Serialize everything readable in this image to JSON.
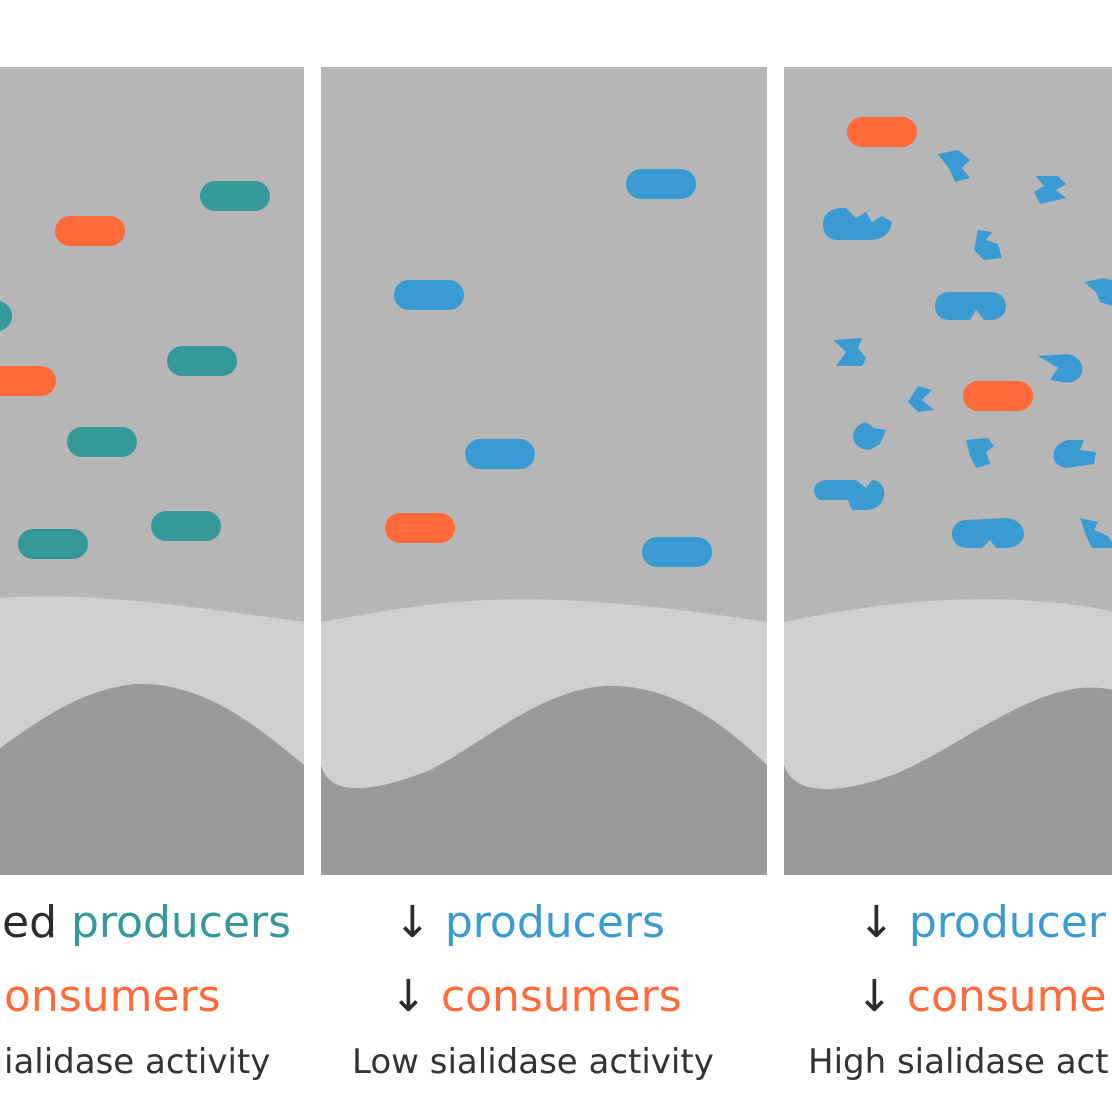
{
  "colors": {
    "producer_teal": "#35999a",
    "producer_blue": "#3a9bd2",
    "consumer": "#ff6a3a",
    "text_dark": "#2b2b2b"
  },
  "panels": [
    {
      "caption": {
        "line1_prefix": "ed",
        "line1_word": "producers",
        "line2_word": "onsumers",
        "line3": "ialidase activity"
      }
    },
    {
      "caption": {
        "line1_arrow": "↓",
        "line1_word": "producers",
        "line2_arrow": "↓",
        "line2_word": "consumers",
        "line3": "Low sialidase activity"
      }
    },
    {
      "caption": {
        "line1_arrow": "↓",
        "line1_word": "producer",
        "line2_arrow": "↓",
        "line2_word": "consume",
        "line3": "High sialidase act"
      }
    }
  ]
}
